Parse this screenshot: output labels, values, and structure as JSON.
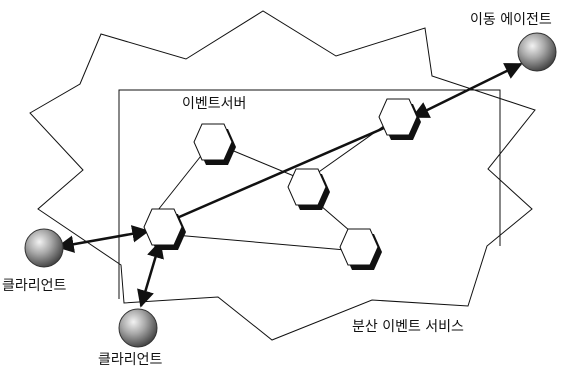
{
  "labels": {
    "mobile_agent": "이동 에이전트",
    "event_server": "이벤트서버",
    "client_left": "클라리언트",
    "client_bottom": "클라리언트",
    "distributed_event_service": "분산 이벤트 서비스"
  },
  "colors": {
    "line": "#111111",
    "hex_fill": "#ffffff",
    "hex_shadow": "#111111",
    "sphere_light": "#f2f2f2",
    "sphere_mid": "#a8a8a8",
    "sphere_dark": "#3f3f3f"
  }
}
